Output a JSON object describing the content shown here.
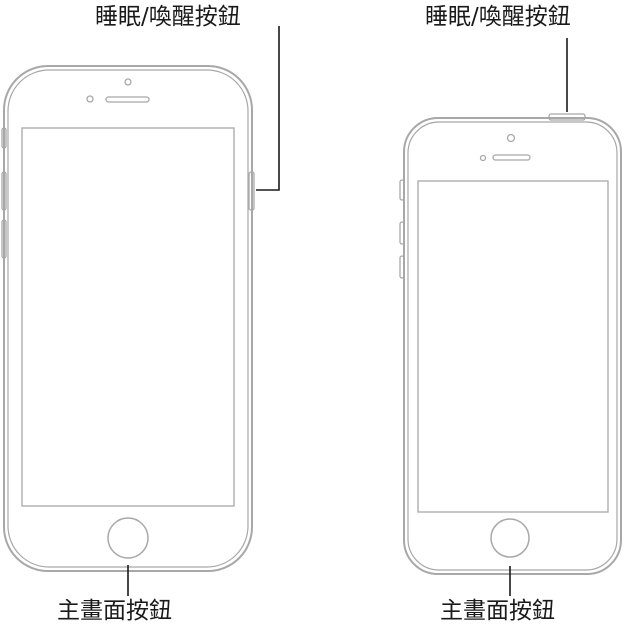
{
  "labels": {
    "left_sleep_wake": "睡眠/喚醒按鈕",
    "right_sleep_wake": "睡眠/喚醒按鈕",
    "left_home": "主畫面按鈕",
    "right_home": "主畫面按鈕"
  },
  "colors": {
    "device_outline": "#a8a8a8",
    "leader_line": "#1a1a1a",
    "background": "#ffffff"
  },
  "icons": {
    "left_device": "iphone-8-outline",
    "right_device": "iphone-se-outline"
  }
}
